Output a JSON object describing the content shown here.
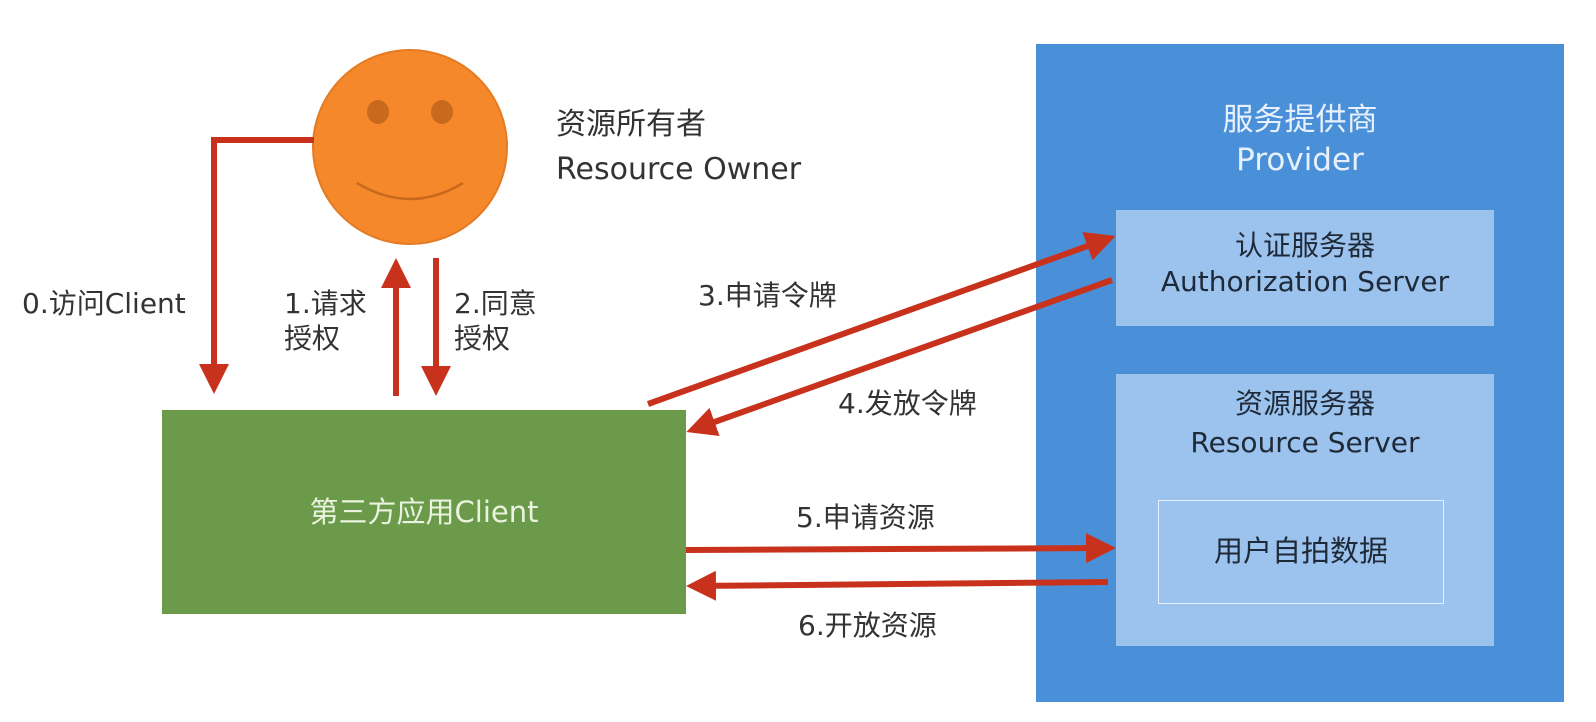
{
  "resource_owner": {
    "title_cn": "资源所有者",
    "title_en": "Resource Owner"
  },
  "provider": {
    "title_cn": "服务提供商",
    "title_en": "Provider",
    "auth_server": {
      "title_cn": "认证服务器",
      "title_en": "Authorization Server"
    },
    "resource_server": {
      "title_cn": "资源服务器",
      "title_en": "Resource Server",
      "data_label": "用户自拍数据"
    }
  },
  "client": {
    "label": "第三方应用Client"
  },
  "steps": {
    "s0": "0.访问Client",
    "s1_line1": "1.请求",
    "s1_line2": "授权",
    "s2_line1": "2.同意",
    "s2_line2": "授权",
    "s3": "3.申请令牌",
    "s4": "4.发放令牌",
    "s5": "5.申请资源",
    "s6": "6.开放资源"
  },
  "colors": {
    "arrow": "#c8321c",
    "provider": "#4a90d9",
    "server_box": "#9cc2ee",
    "client": "#6a9a4a",
    "owner_face": "#f5882b"
  }
}
